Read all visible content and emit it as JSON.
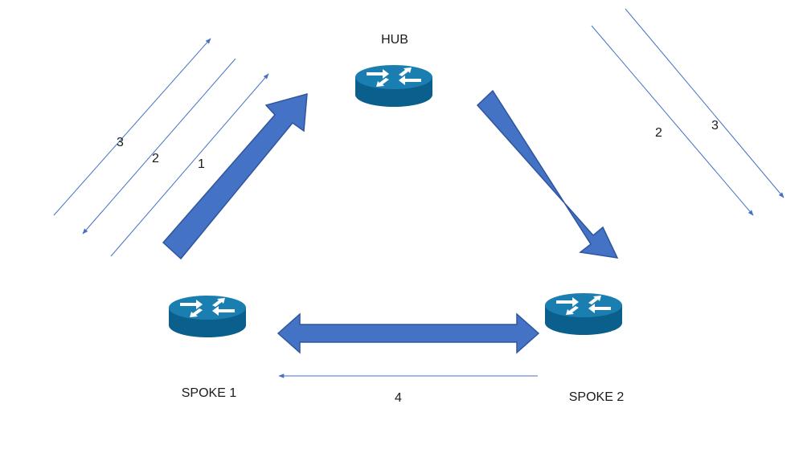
{
  "nodes": {
    "hub": {
      "label": "HUB"
    },
    "spoke1": {
      "label": "SPOKE 1"
    },
    "spoke2": {
      "label": "SPOKE 2"
    }
  },
  "step_labels": {
    "left_3": "3",
    "left_2": "2",
    "left_1": "1",
    "right_2": "2",
    "right_3": "3",
    "bottom_4": "4"
  },
  "colors": {
    "router_top": "#1a7fb0",
    "router_side": "#0b5f8c",
    "router_arrow": "#ffffff",
    "big_arrow_fill": "#4472c4",
    "big_arrow_stroke": "#2f55a0",
    "thin_arrow": "#4472c4"
  },
  "icons": {
    "router": "router-icon"
  }
}
